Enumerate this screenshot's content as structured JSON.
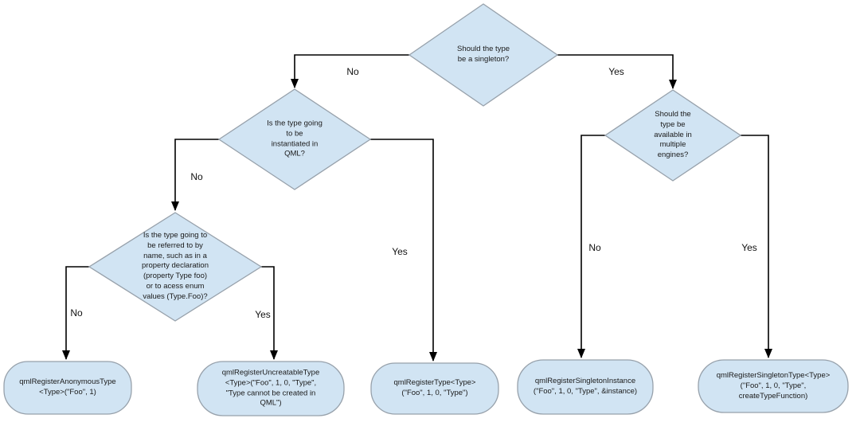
{
  "diagram": {
    "type": "flowchart",
    "colors": {
      "node_fill": "#d1e4f3",
      "node_border": "#97a1ab",
      "connector": "#000000",
      "text": "#1a1a1a",
      "background": "#ffffff"
    },
    "nodes": {
      "singleton_question": {
        "shape": "diamond",
        "text": "Should the type\nbe a singleton?"
      },
      "instantiated_question": {
        "shape": "diamond",
        "text": "Is the type going\nto be\ninstantiated in\nQML?"
      },
      "referred_question": {
        "shape": "diamond",
        "text": "Is the type going to\nbe referred to by\nname, such as in a\nproperty declaration\n(property Type foo)\nor to acess enum\nvalues (Type.Foo)?"
      },
      "multiple_engines_question": {
        "shape": "diamond",
        "text": "Should the\ntype be\navailable in\nmultiple\nengines?"
      },
      "register_anonymous": {
        "shape": "rounded-rect",
        "text": "qmlRegisterAnonymousType\n<Type>(\"Foo\", 1)"
      },
      "register_uncreatable": {
        "shape": "rounded-rect",
        "text": "qmlRegisterUncreatableType\n<Type>(\"Foo\", 1, 0, \"Type\",\n\"Type cannot be created in\nQML\")"
      },
      "register_type": {
        "shape": "rounded-rect",
        "text": "qmlRegisterType<Type>\n(\"Foo\", 1, 0, \"Type\")"
      },
      "register_singleton_instance": {
        "shape": "rounded-rect",
        "text": "qmlRegisterSingletonInstance\n(\"Foo\", 1, 0, \"Type\", &instance)"
      },
      "register_singleton_type": {
        "shape": "rounded-rect",
        "text": "qmlRegisterSingletonType<Type>\n(\"Foo\", 1, 0, \"Type\",\ncreateTypeFunction)"
      }
    },
    "edges": {
      "singleton_no": {
        "label": "No",
        "from": "singleton_question",
        "to": "instantiated_question"
      },
      "singleton_yes": {
        "label": "Yes",
        "from": "singleton_question",
        "to": "multiple_engines_question"
      },
      "instantiated_no": {
        "label": "No",
        "from": "instantiated_question",
        "to": "referred_question"
      },
      "instantiated_yes": {
        "label": "Yes",
        "from": "instantiated_question",
        "to": "register_type"
      },
      "referred_no": {
        "label": "No",
        "from": "referred_question",
        "to": "register_anonymous"
      },
      "referred_yes": {
        "label": "Yes",
        "from": "referred_question",
        "to": "register_uncreatable"
      },
      "multiple_engines_no": {
        "label": "No",
        "from": "multiple_engines_question",
        "to": "register_singleton_instance"
      },
      "multiple_engines_yes": {
        "label": "Yes",
        "from": "multiple_engines_question",
        "to": "register_singleton_type"
      }
    }
  }
}
